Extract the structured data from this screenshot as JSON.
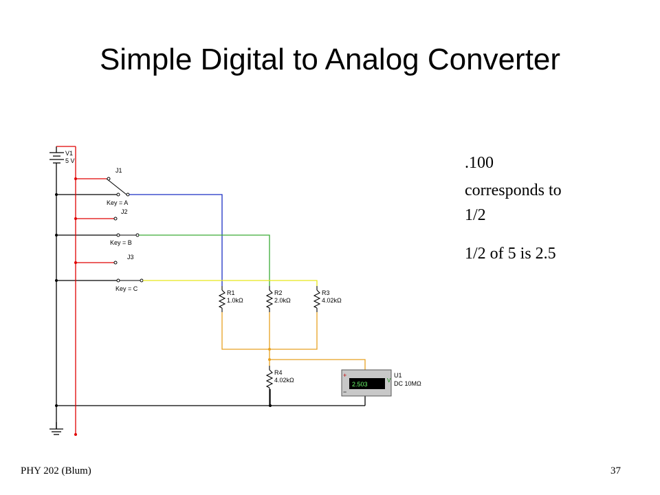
{
  "slide": {
    "title": "Simple Digital to Analog Converter",
    "note_line1": ".100",
    "note_line2": "corresponds to",
    "note_line3": "1/2",
    "note_line4": "1/2 of 5 is 2.5",
    "footer_left": "PHY 202 (Blum)",
    "page_number": "37"
  },
  "circuit": {
    "source_name": "V1",
    "source_value": "5 V",
    "switches": [
      {
        "name": "J1",
        "key": "Key = A"
      },
      {
        "name": "J2",
        "key": "Key = B"
      },
      {
        "name": "J3",
        "key": "Key = C"
      }
    ],
    "resistors": [
      {
        "name": "R1",
        "value": "1.0kΩ"
      },
      {
        "name": "R2",
        "value": "2.0kΩ"
      },
      {
        "name": "R3",
        "value": "4.02kΩ"
      },
      {
        "name": "R4",
        "value": "4.02kΩ"
      }
    ],
    "meter": {
      "name": "U1",
      "reading": "2.503",
      "unit": "V",
      "mode": "DC  10MΩ",
      "plus": "+",
      "minus": "−"
    },
    "wire_colors": {
      "red": "#e00000",
      "blue": "#1a2ec4",
      "green": "#3aaa35",
      "yellow": "#e6e61a",
      "orange": "#e8a020",
      "black": "#000000"
    }
  }
}
